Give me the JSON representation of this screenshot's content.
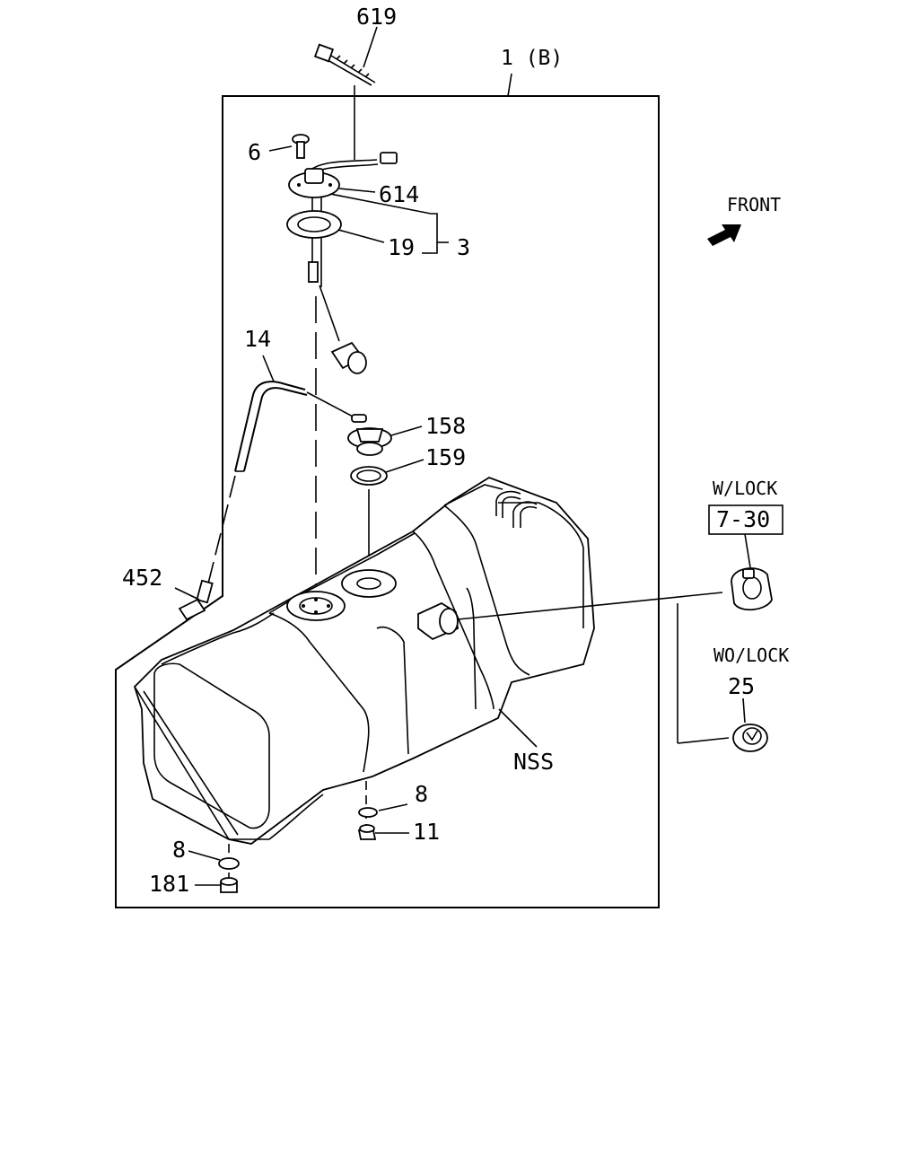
{
  "labels": {
    "p619": "619",
    "p1b": "1 (B)",
    "p6": "6",
    "p614": "614",
    "p19": "19",
    "p3": "3",
    "p14": "14",
    "p158": "158",
    "p159": "159",
    "p452": "452",
    "p8a": "8",
    "p11": "11",
    "p8b": "8",
    "p181": "181",
    "nss": "NSS",
    "front": "FRONT",
    "wlock": "W/LOCK",
    "ref730": "7-30",
    "wolock": "WO/LOCK",
    "p25": "25"
  },
  "icons": {
    "front_arrow": "arrow-up-right-icon"
  },
  "colors": {
    "line": "#000000",
    "background": "#ffffff"
  }
}
